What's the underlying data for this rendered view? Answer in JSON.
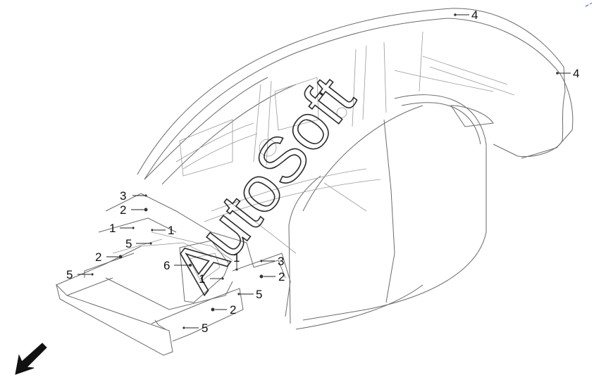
{
  "diagram": {
    "view": "underbody isometric, front-left",
    "accent": "#222222",
    "watermark": "AutoSoft",
    "direction_icon": "arrow-down-left-icon",
    "callouts": [
      {
        "id": "c4a",
        "label": "4"
      },
      {
        "id": "c4b",
        "label": "4"
      },
      {
        "id": "c3a",
        "label": "3"
      },
      {
        "id": "c2a",
        "label": "2"
      },
      {
        "id": "c1a",
        "label": "1"
      },
      {
        "id": "c1b",
        "label": "1"
      },
      {
        "id": "c5a",
        "label": "5"
      },
      {
        "id": "c2b",
        "label": "2"
      },
      {
        "id": "c6",
        "label": "6"
      },
      {
        "id": "c5b",
        "label": "5"
      },
      {
        "id": "c1c",
        "label": "1"
      },
      {
        "id": "c1d",
        "label": "1"
      },
      {
        "id": "c3b",
        "label": "3"
      },
      {
        "id": "c2c",
        "label": "2"
      },
      {
        "id": "c5c",
        "label": "5"
      },
      {
        "id": "c2d",
        "label": "2"
      },
      {
        "id": "c5d",
        "label": "5"
      }
    ]
  }
}
